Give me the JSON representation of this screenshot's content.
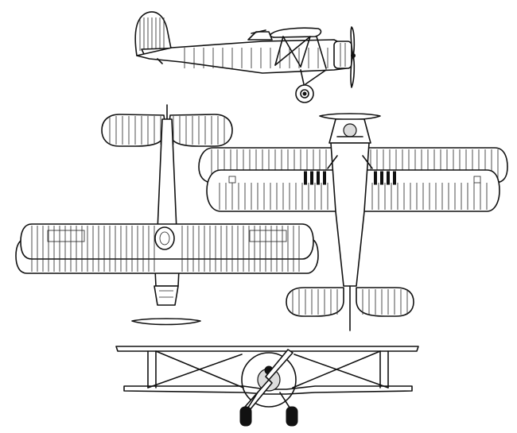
{
  "drawing": {
    "style": "monochrome line art",
    "ink_color": "#111111",
    "background_color": "#ffffff",
    "views": [
      {
        "view": "side"
      },
      {
        "view": "top"
      },
      {
        "view": "bottom"
      },
      {
        "view": "front"
      }
    ]
  }
}
